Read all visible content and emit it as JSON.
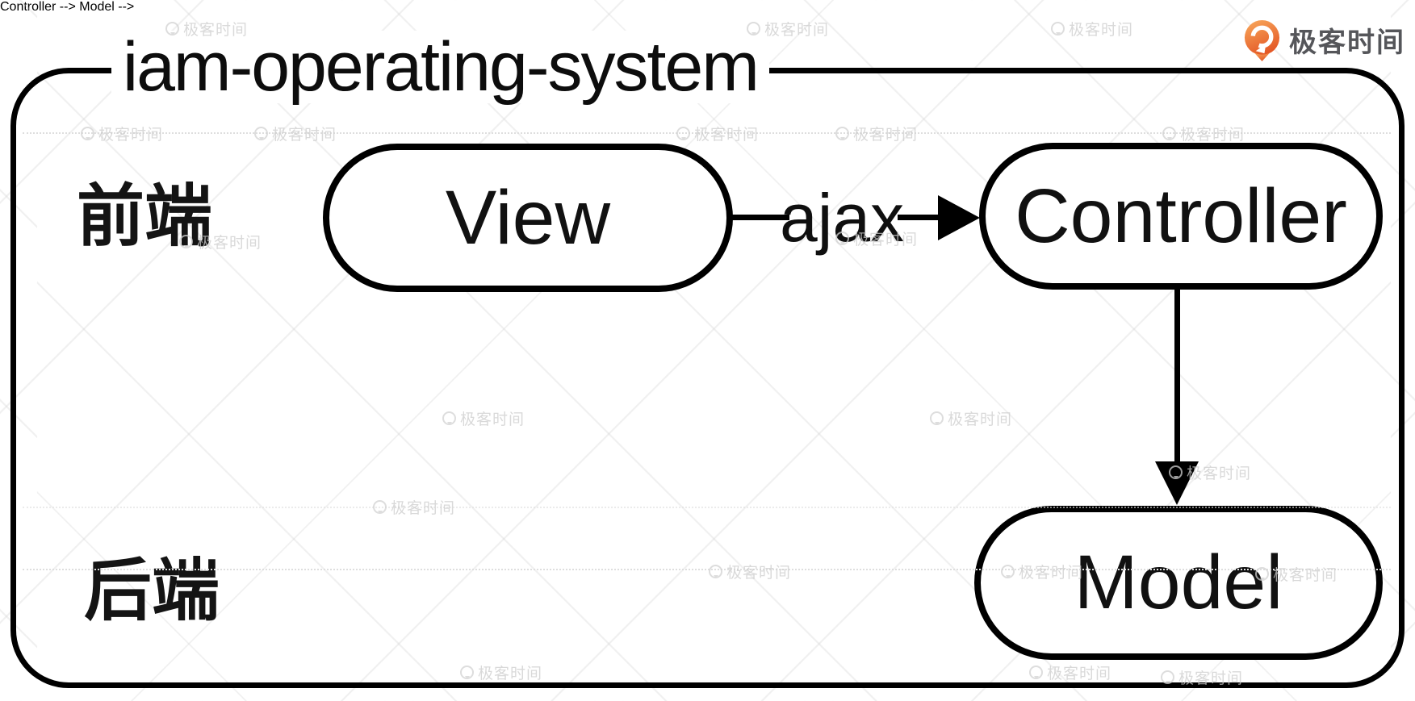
{
  "diagram": {
    "title": "iam-operating-system",
    "frontend_label": "前端",
    "backend_label": "后端",
    "nodes": {
      "view": "View",
      "controller": "Controller",
      "model": "Model"
    },
    "edges": {
      "view_to_controller": {
        "from": "View",
        "to": "Controller",
        "label": "ajax"
      },
      "controller_to_model": {
        "from": "Controller",
        "to": "Model",
        "label": ""
      }
    },
    "stroke_color": "#000000"
  },
  "branding": {
    "logo_text": "极客时间",
    "logo_text_color": "#55565a",
    "logo_gradient_top": "#f8a75b",
    "logo_gradient_bottom": "#e45826"
  },
  "watermark": {
    "text": "极客时间"
  }
}
